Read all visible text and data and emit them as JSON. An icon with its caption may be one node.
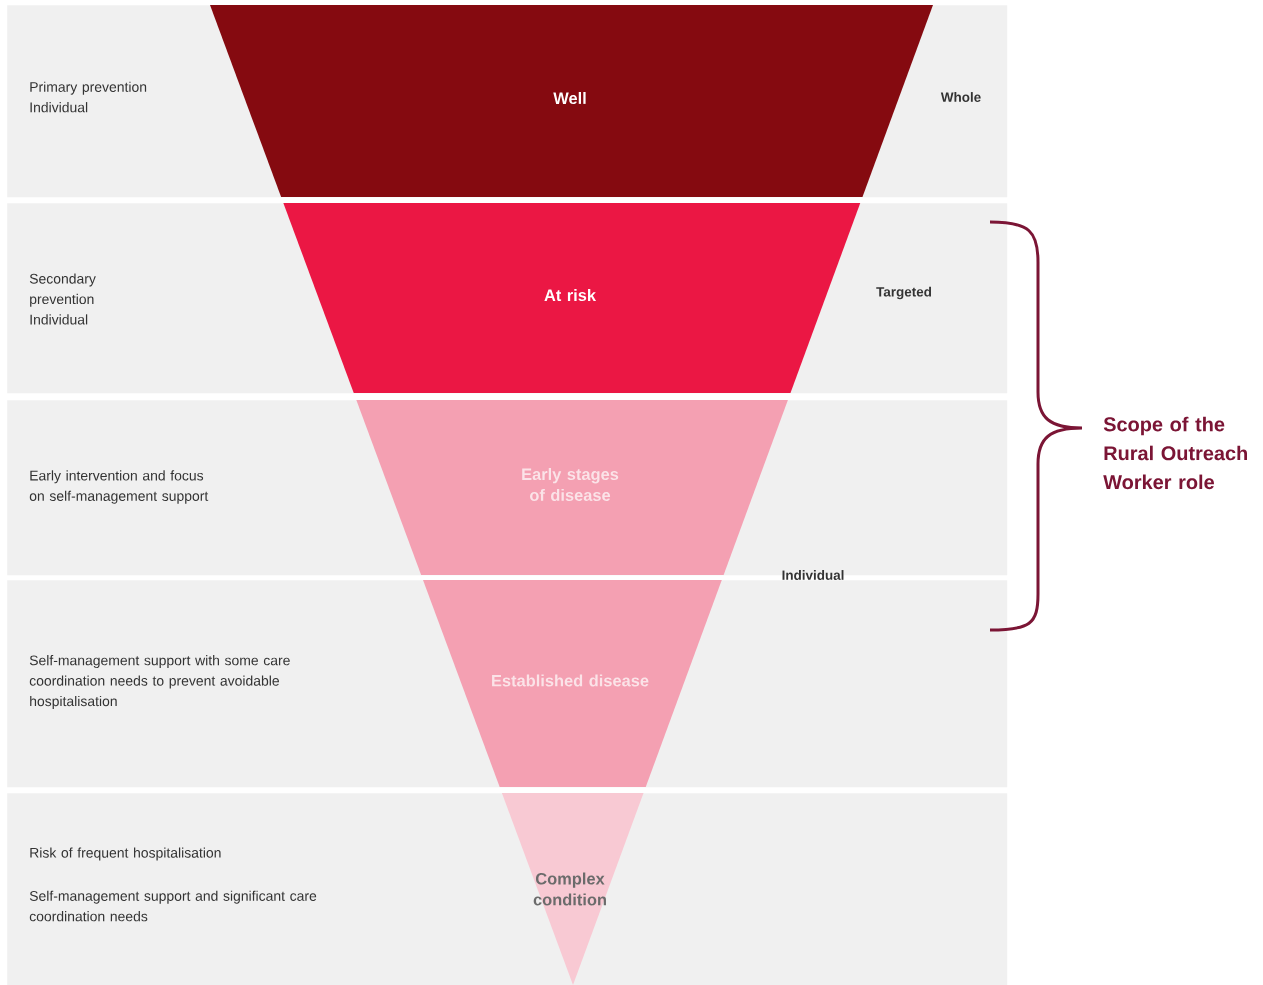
{
  "diagram": {
    "nodes": [
      {
        "text": [
          "Primary prevention Individual",
          "Whole"
        ]
      },
      {
        "text": [
          "Well"
        ],
        "in": 0
      },
      {
        "text": [
          "Secondary prevention Individual",
          "Targeted"
        ]
      },
      {
        "text": [
          "At risk"
        ],
        "in": 2
      },
      {
        "text": [
          "Early intervention and focus on self-management support"
        ]
      },
      {
        "text": [
          "Early stages of disease"
        ],
        "in": 4
      },
      {
        "text": [
          "Self-management support with some care coordination needs to prevent avoidable hospitalisation"
        ]
      },
      {
        "text": [
          "Established disease"
        ],
        "in": 6
      },
      {
        "text": [
          "Risk of frequent hospitalisation",
          "Self-management support and significant care coordination needs"
        ]
      },
      {
        "text": [
          "Complex condition"
        ],
        "in": 8
      }
    ],
    "labels": [
      "Individual",
      "Scope of the Rural Outreach Worker role"
    ]
  }
}
